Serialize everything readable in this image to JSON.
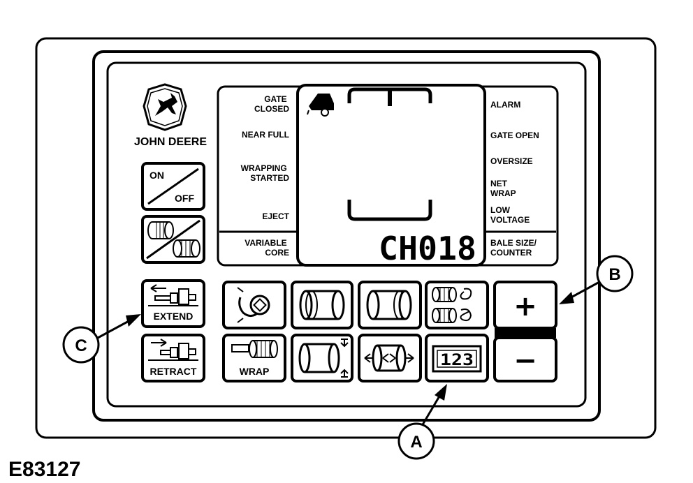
{
  "brand": {
    "name": "JOHN DEERE",
    "logo": "deer-logo-icon"
  },
  "power_button": {
    "on_label": "ON",
    "off_label": "OFF"
  },
  "display": {
    "left_indicators": [
      "GATE",
      "CLOSED",
      "NEAR FULL",
      "WRAPPING",
      "STARTED",
      "EJECT"
    ],
    "right_indicators": [
      "ALARM",
      "GATE OPEN",
      "OVERSIZE",
      "NET",
      "WRAP",
      "LOW",
      "VOLTAGE"
    ],
    "bottom_left": [
      "VARIABLE",
      "CORE"
    ],
    "bottom_right": [
      "BALE SIZE/",
      "COUNTER"
    ],
    "readout": "CH018"
  },
  "buttons": {
    "extend": "EXTEND",
    "retract": "RETRACT",
    "wrap": "WRAP",
    "counter_digits": "123",
    "plus": "+",
    "minus": "−"
  },
  "callouts": {
    "a": "A",
    "b": "B",
    "c": "C"
  },
  "figure_id": "E83127"
}
